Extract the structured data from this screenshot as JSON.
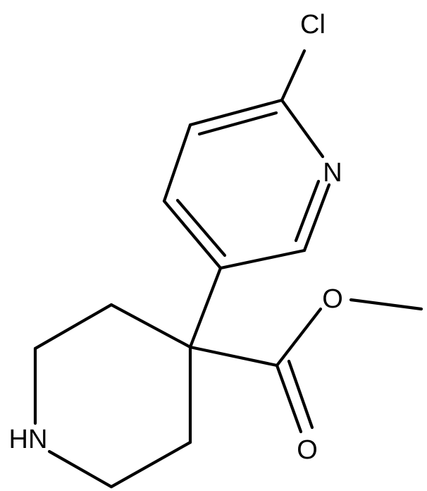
{
  "atoms": {
    "chlorine": "Cl",
    "pyridine_nitrogen": "N",
    "ester_oxygen": "O",
    "carbonyl_oxygen": "O",
    "piperidine_nh": "HN"
  }
}
